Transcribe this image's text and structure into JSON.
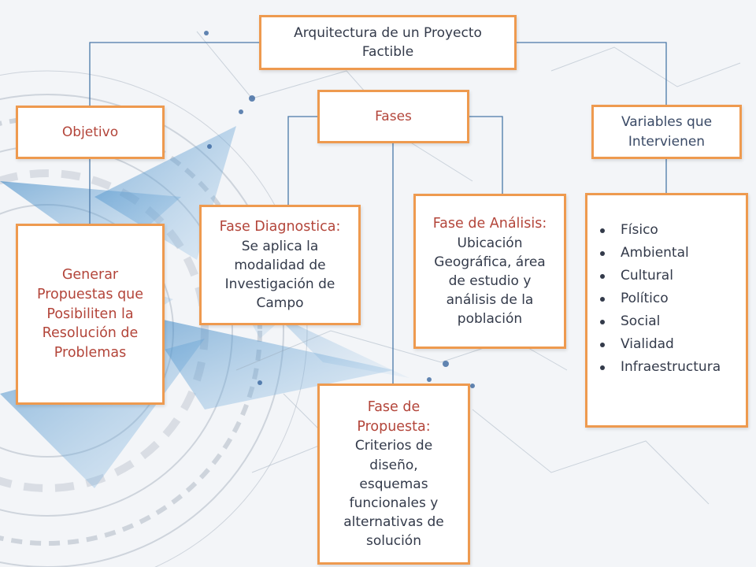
{
  "diagram": {
    "root": {
      "lines": [
        "Arquitectura de un Proyecto",
        "Factible"
      ]
    },
    "objetivo": {
      "title": "Objetivo",
      "detail": [
        "Generar",
        "Propuestas que",
        "Posibiliten la",
        "Resolución de",
        "Problemas"
      ]
    },
    "fases": {
      "title": "Fases",
      "diagnostica": [
        "Fase Diagnostica:",
        "Se aplica la",
        "modalidad de",
        "Investigación de",
        "Campo"
      ],
      "analisis": [
        "Fase de Análisis:",
        "Ubicación",
        "Geográfica, área",
        "de estudio y",
        "análisis de la",
        "población"
      ],
      "propuesta": [
        "Fase de",
        "Propuesta:",
        "Criterios de",
        "diseño,",
        "esquemas",
        "funcionales y",
        "alternativas de",
        "solución"
      ]
    },
    "variables": {
      "title": [
        "Variables que",
        "Intervienen"
      ],
      "items": [
        "Físico",
        "Ambiental",
        "Cultural",
        "Político",
        "Social",
        "Vialidad",
        "Infraestructura"
      ]
    }
  },
  "colors": {
    "border": "#ee9a4f",
    "connector": "#4a78a8",
    "text_blue": "#3a4a66",
    "text_red": "#b3453a"
  }
}
